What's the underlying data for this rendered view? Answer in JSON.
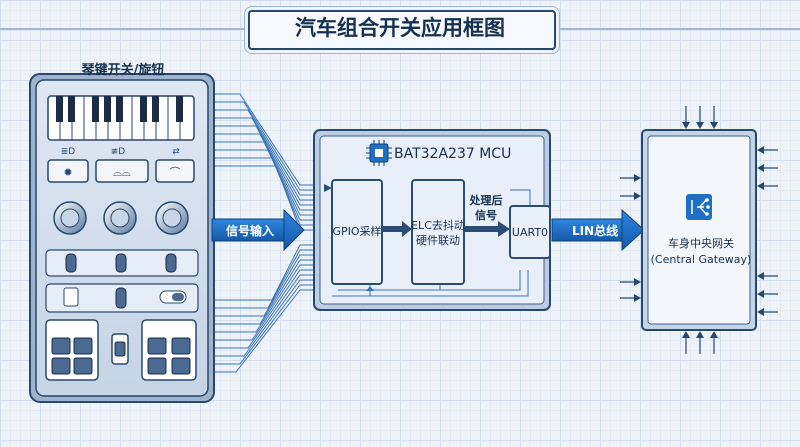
{
  "title": "汽车组合开关应用框图",
  "panel": {
    "label": "琴键开关/旋钮"
  },
  "mcu": {
    "label": "BAT32A237 MCU"
  },
  "blocks": {
    "gpio": "GPIO采样",
    "elc_line1": "ELC去抖动",
    "elc_line2": "硬件联动",
    "uart": "UART0"
  },
  "arrows": {
    "signal_in": "信号输入",
    "processed_line1": "处理后",
    "processed_line2": "信号",
    "lin_bus": "LIN总线"
  },
  "gateway": {
    "line1": "车身中央网关",
    "line2": "(Central Gateway)"
  },
  "colors": {
    "accent": "#1f6fc5",
    "outline": "#2b4c74",
    "line": "#3a74b8"
  }
}
